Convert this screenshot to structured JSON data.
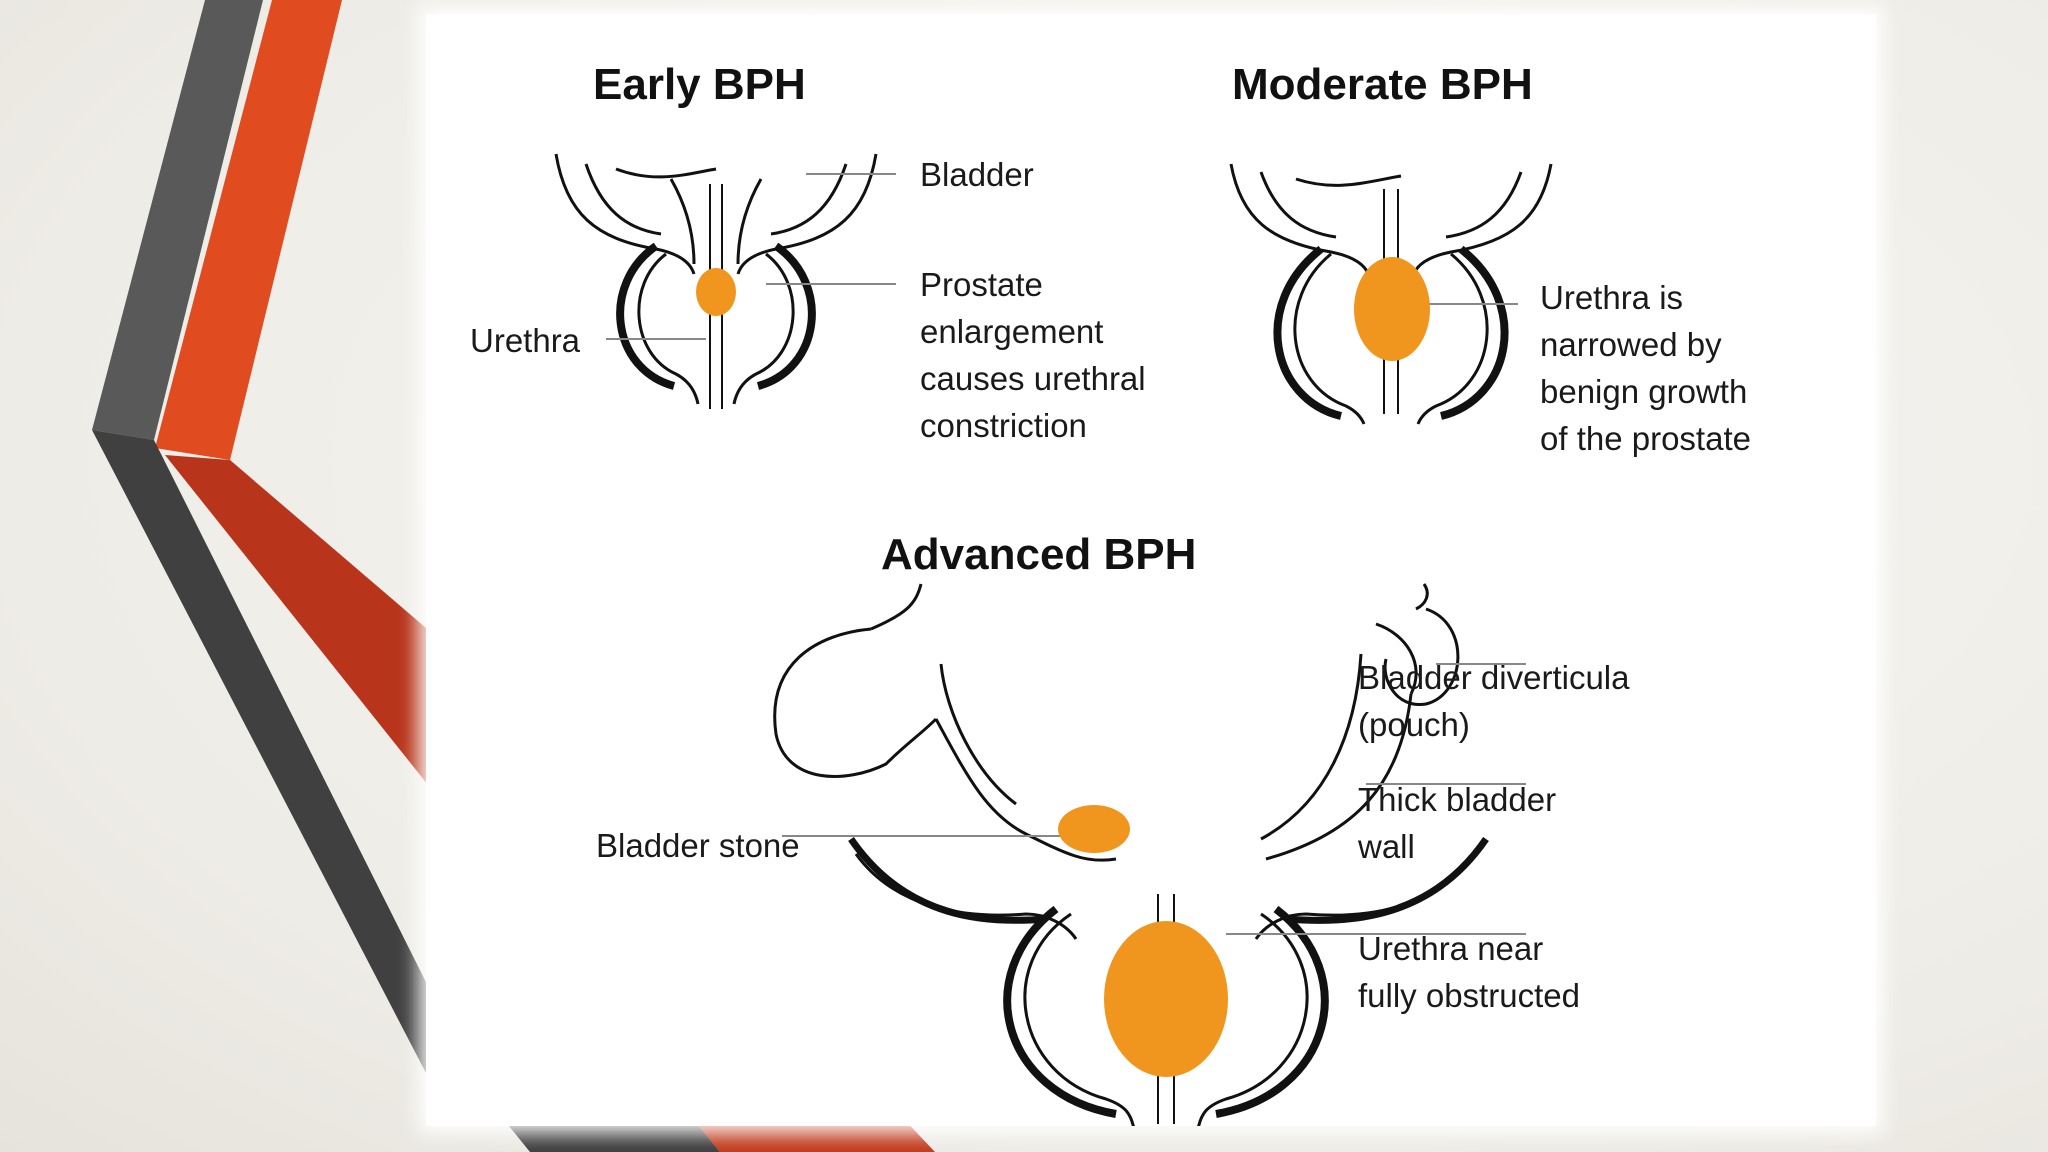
{
  "diagram": {
    "early": {
      "title": "Early BPH",
      "bladder_label": "Bladder",
      "urethra_label": "Urethra",
      "prostate_label": [
        "Prostate",
        "enlargement",
        "causes urethral",
        "constriction"
      ]
    },
    "moderate": {
      "title": "Moderate BPH",
      "urethra_label": [
        "Urethra is",
        "narrowed by",
        "benign growth",
        "of the prostate"
      ]
    },
    "advanced": {
      "title": "Advanced BPH",
      "diverticula_label": [
        "Bladder diverticula",
        "(pouch)"
      ],
      "stone_label": "Bladder stone",
      "wall_label": [
        "Thick bladder",
        "wall"
      ],
      "urethra_label": [
        "Urethra near",
        "fully obstructed"
      ]
    }
  },
  "colors": {
    "prostate_orange": "#f0961e",
    "accent_orange": "#e14b20",
    "dark_red": "#b3331a",
    "dark_gray": "#444444"
  }
}
